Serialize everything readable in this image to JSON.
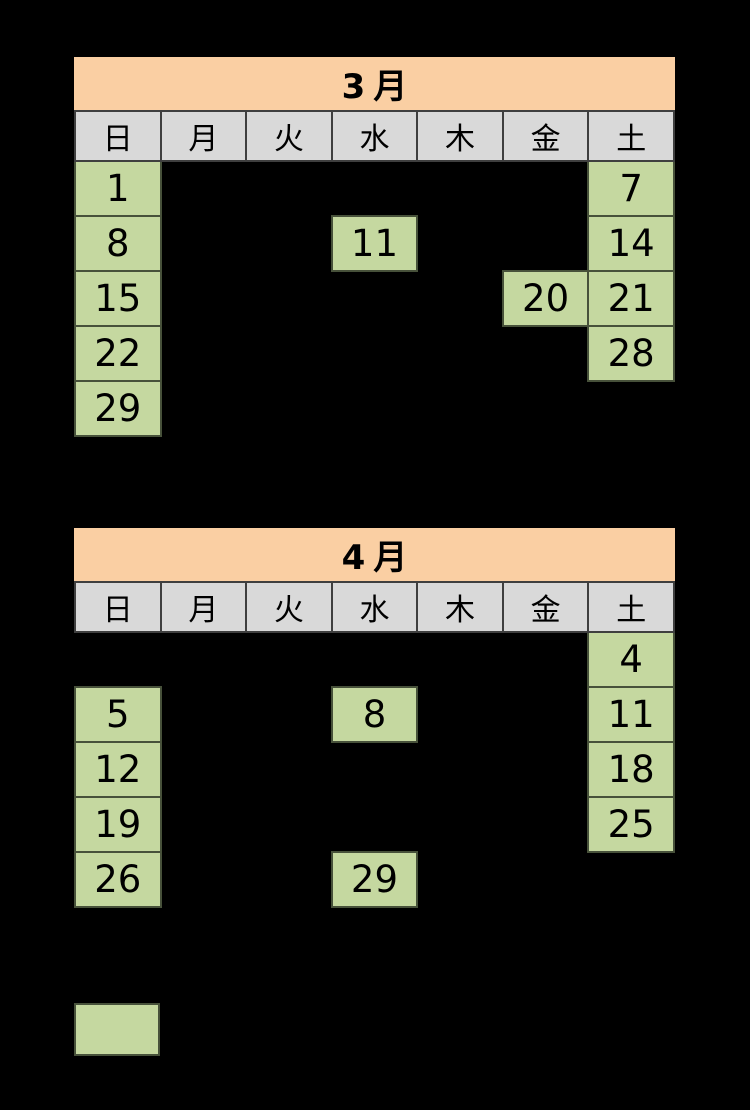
{
  "page": {
    "background_color": "#000000",
    "description": "Two-month business-day calendar"
  },
  "colors": {
    "title_bg": "#FACFA3",
    "header_bg": "#D9D9D9",
    "filled_bg": "#C5D8A0",
    "filled_border": "#47513A",
    "header_border": "#3F3F3F",
    "text": "#000000"
  },
  "weekday_headers": [
    "日",
    "月",
    "火",
    "水",
    "木",
    "金",
    "土"
  ],
  "months": [
    {
      "title": "3月",
      "weeks": [
        [
          "1",
          "",
          "",
          "",
          "",
          "",
          "7"
        ],
        [
          "8",
          "",
          "",
          "11",
          "",
          "",
          "14"
        ],
        [
          "15",
          "",
          "",
          "",
          "",
          "20",
          "21"
        ],
        [
          "22",
          "",
          "",
          "",
          "",
          "",
          "28"
        ],
        [
          "29",
          "",
          "",
          "",
          "",
          "",
          ""
        ]
      ]
    },
    {
      "title": "4月",
      "weeks": [
        [
          "",
          "",
          "",
          "",
          "",
          "",
          "4"
        ],
        [
          "5",
          "",
          "",
          "8",
          "",
          "",
          "11"
        ],
        [
          "12",
          "",
          "",
          "",
          "",
          "",
          "18"
        ],
        [
          "19",
          "",
          "",
          "",
          "",
          "",
          "25"
        ],
        [
          "26",
          "",
          "",
          "29",
          "",
          "",
          ""
        ]
      ]
    }
  ],
  "legend": {
    "swatch_color": "#C5D8A0"
  }
}
